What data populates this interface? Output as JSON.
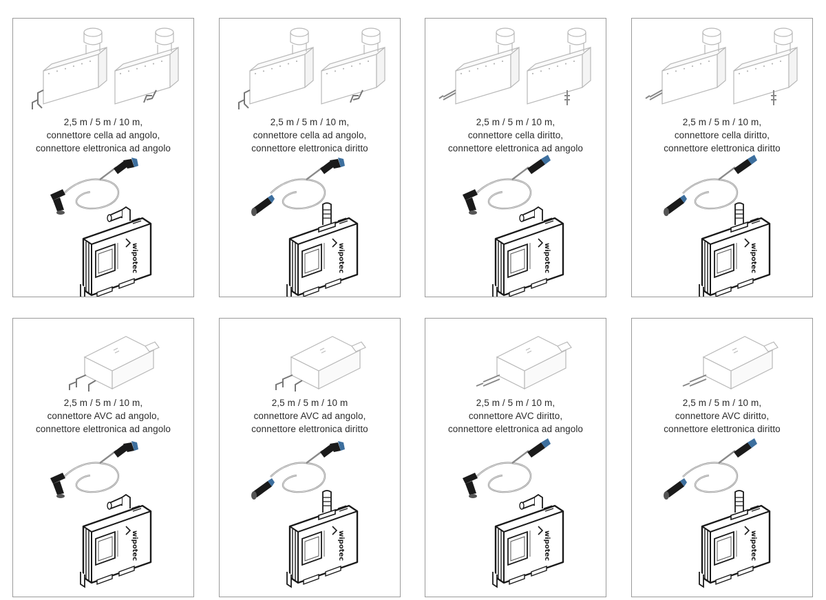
{
  "cards": [
    {
      "lines": [
        "2,5 m / 5 m / 10 m,",
        "connettore cella ad angolo,",
        "connettore elettronica ad angolo"
      ],
      "sensor": "cell",
      "sensor_conn": "angled",
      "elec_conn": "angled"
    },
    {
      "lines": [
        "2,5 m / 5 m / 10 m,",
        "connettore cella ad angolo,",
        "connettore elettronica diritto"
      ],
      "sensor": "cell",
      "sensor_conn": "angled",
      "elec_conn": "straight"
    },
    {
      "lines": [
        "2,5 m / 5 m / 10 m,",
        "connettore cella diritto,",
        "connettore elettronica ad angolo"
      ],
      "sensor": "cell",
      "sensor_conn": "straight",
      "elec_conn": "angled"
    },
    {
      "lines": [
        "2,5 m / 5 m / 10 m,",
        "connettore cella diritto,",
        "connettore elettronica diritto"
      ],
      "sensor": "cell",
      "sensor_conn": "straight",
      "elec_conn": "straight"
    },
    {
      "lines": [
        "2,5 m / 5 m / 10 m,",
        "connettore AVC ad angolo,",
        "connettore elettronica ad angolo"
      ],
      "sensor": "avc",
      "sensor_conn": "angled",
      "elec_conn": "angled"
    },
    {
      "lines": [
        "2,5 m / 5 m / 10 m",
        "connettore AVC ad angolo,",
        "connettore elettronica diritto"
      ],
      "sensor": "avc",
      "sensor_conn": "angled",
      "elec_conn": "straight"
    },
    {
      "lines": [
        "2,5 m / 5 m / 10 m,",
        "connettore AVC diritto,",
        "connettore elettronica ad angolo"
      ],
      "sensor": "avc",
      "sensor_conn": "straight",
      "elec_conn": "angled"
    },
    {
      "lines": [
        "2,5 m / 5 m / 10 m,",
        "connettore AVC diritto,",
        "connettore elettronica diritto"
      ],
      "sensor": "avc",
      "sensor_conn": "straight",
      "elec_conn": "straight"
    }
  ],
  "brand_logo": "wipotec",
  "colors": {
    "border": "#9a9a9a",
    "text": "#2b2b2b",
    "line_light": "#b8b8b8",
    "line_dark": "#1a1a1a",
    "connector_blue": "#3d6f9e"
  }
}
